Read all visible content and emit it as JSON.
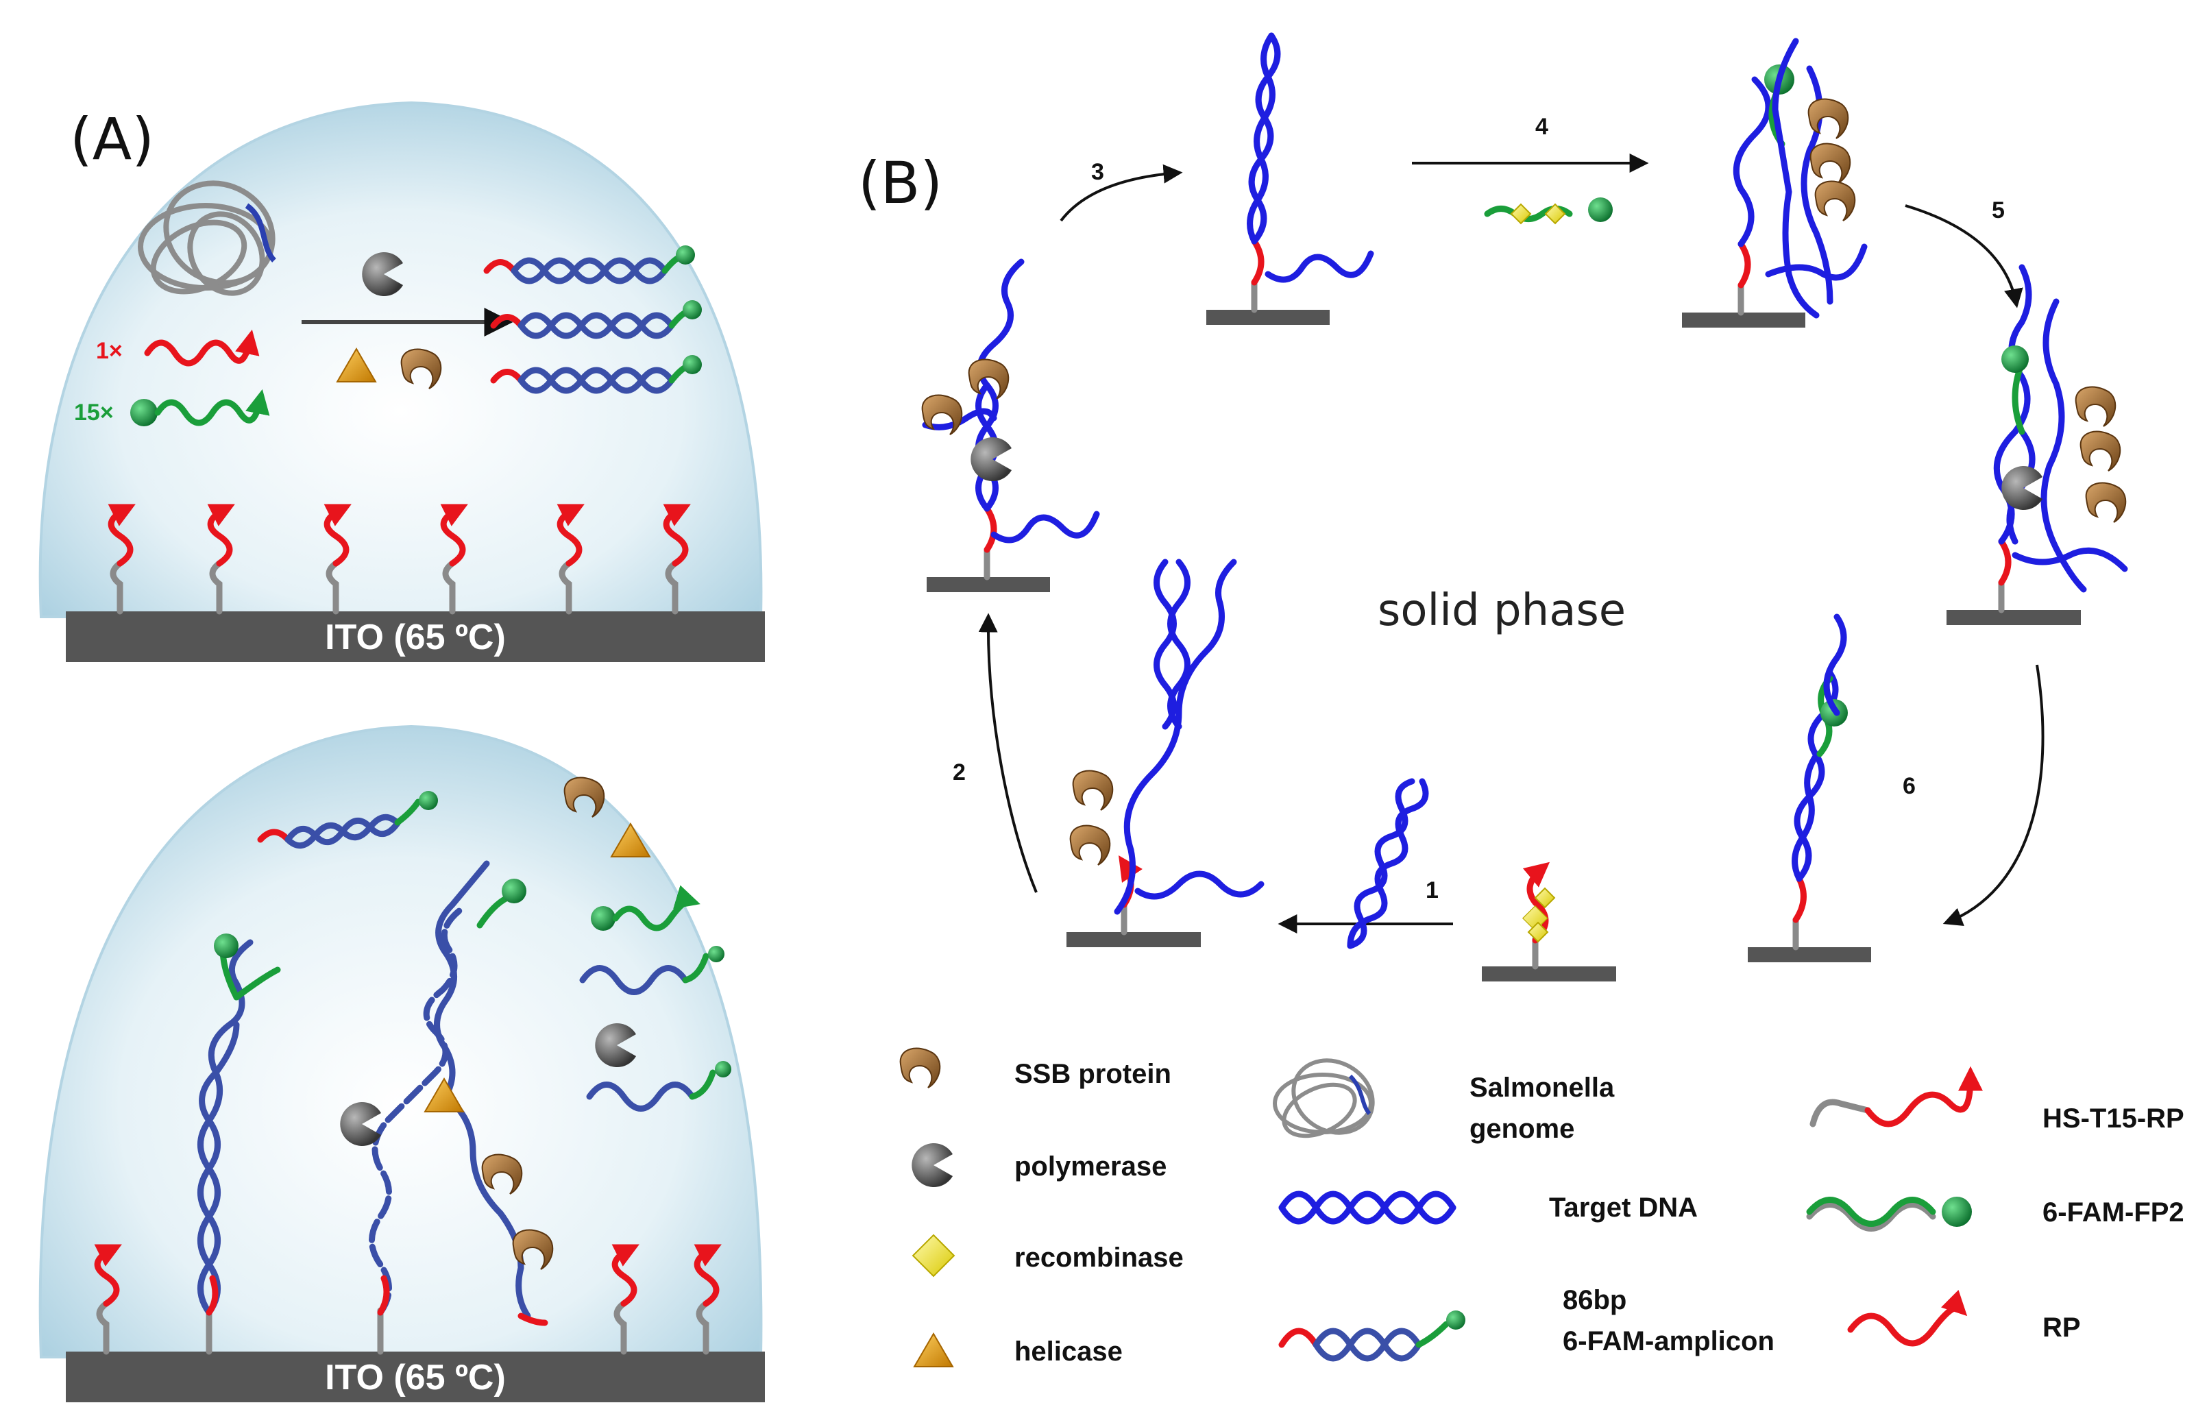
{
  "panel_a": {
    "label": "(A)",
    "top": {
      "substrate_label": "ITO (65 ºC)",
      "primer_rp_multiplier": "1×",
      "primer_fp_multiplier": "15×"
    },
    "bottom": {
      "substrate_label": "ITO (65 ºC)"
    }
  },
  "panel_b": {
    "label": "(B)",
    "center_label": "solid phase",
    "steps": [
      "1",
      "2",
      "3",
      "4",
      "5",
      "6"
    ]
  },
  "legend": {
    "ssb": "SSB protein",
    "polymerase": "polymerase",
    "recombinase": "recombinase",
    "helicase": "helicase",
    "genome_line1": "Salmonella",
    "genome_line2": "genome",
    "target": "Target DNA",
    "amplicon_line1": "86bp",
    "amplicon_line2": "6-FAM-amplicon",
    "hs_rp": "HS-T15-RP",
    "fam_fp2": "6-FAM-FP2",
    "rp": "RP"
  },
  "colors": {
    "dsdna": "#1e1ee0",
    "dsdna_a": "#3a4fa8",
    "primer_red": "#e8141c",
    "primer_green": "#1a9e3a",
    "linker_gray": "#8a8a8a",
    "substrate": "#555555",
    "droplet": "#cfe6f0",
    "ssb": "#9c6a2e",
    "polymerase": "#555555",
    "recombinase": "#f2e400",
    "helicase": "#e0a020",
    "fam": "#0e8a3a"
  }
}
